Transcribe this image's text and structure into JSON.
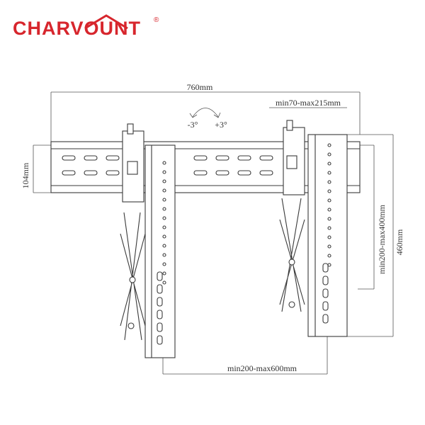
{
  "brand": {
    "name": "CHARVOUNT",
    "registered_mark": "®",
    "color": "#d7262d"
  },
  "dimensions": {
    "overall_width": "760mm",
    "rail_height": "104mm",
    "depth_range": "min70-max215mm",
    "tilt_down": "-3°",
    "tilt_up": "+3°",
    "vertical_hole_span": "min200-max400mm",
    "arm_height": "460mm",
    "horizontal_hole_span": "min200-max600mm"
  },
  "colors": {
    "line": "#3a3a3a",
    "dimension_line": "#555555"
  }
}
